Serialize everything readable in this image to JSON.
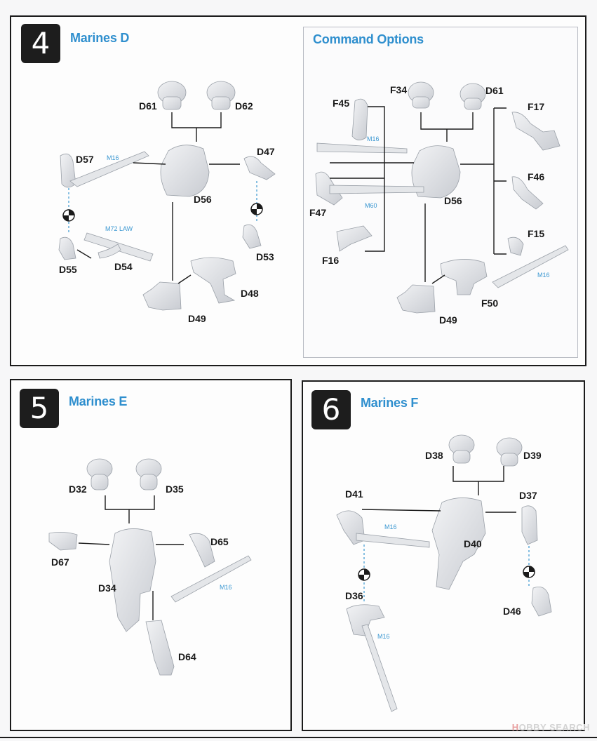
{
  "step4": {
    "number": "4",
    "title": "Marines D",
    "labels": {
      "d61": "D61",
      "d62": "D62",
      "d57": "D57",
      "d56": "D56",
      "d47": "D47",
      "d55": "D55",
      "d54": "D54",
      "d53": "D53",
      "d48": "D48",
      "d49": "D49"
    },
    "weapons": {
      "m16": "M16",
      "law": "M72 LAW"
    }
  },
  "command": {
    "title": "Command Options",
    "labels": {
      "f34": "F34",
      "d61": "D61",
      "f45": "F45",
      "f17": "F17",
      "f46": "F46",
      "f47": "F47",
      "d56": "D56",
      "f15": "F15",
      "f16": "F16",
      "f50": "F50",
      "d49": "D49"
    },
    "weapons": {
      "m16a": "M16",
      "m60": "M60",
      "m16b": "M16"
    }
  },
  "step5": {
    "number": "5",
    "title": "Marines E",
    "labels": {
      "d32": "D32",
      "d35": "D35",
      "d65": "D65",
      "d67": "D67",
      "d34": "D34",
      "d64": "D64"
    },
    "weapons": {
      "m16": "M16"
    }
  },
  "step6": {
    "number": "6",
    "title": "Marines F",
    "labels": {
      "d38": "D38",
      "d39": "D39",
      "d41": "D41",
      "d37": "D37",
      "d40": "D40",
      "d36": "D36",
      "d46": "D46"
    },
    "weapons": {
      "m16a": "M16",
      "m16b": "M16"
    }
  },
  "watermark": {
    "h": "H",
    "rest": "OBBY SEARCH"
  },
  "colors": {
    "accent": "#2f8fce",
    "frame": "#1b1b1b",
    "part": "#dcdee2",
    "guide": "#3a97d1"
  }
}
